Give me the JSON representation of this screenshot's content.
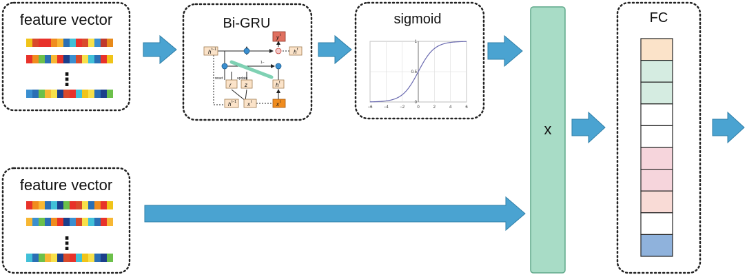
{
  "top_feature": {
    "title": "feature vector",
    "ellipsis": "⋮"
  },
  "bottom_feature": {
    "title": "feature vector",
    "ellipsis": "⋮"
  },
  "bigru": {
    "title": "Bi-GRU",
    "labels": {
      "h_prev_left": "h",
      "h_prev_left_sup": "t−1",
      "h_out": "h",
      "h_out_sup": "t",
      "y_out": "y",
      "y_out_sup": "t",
      "reset": "reset",
      "update": "update",
      "r": "r",
      "z": "z",
      "h_tilde": "h",
      "h_tilde_sup": "t",
      "h_prev_bottom": "h",
      "h_prev_bottom_sup": "t−1",
      "x_bottom": "x",
      "x_bottom_sup": "t",
      "x_orange": "x",
      "x_orange_sup": "t",
      "one_minus": "1−"
    }
  },
  "sigmoid": {
    "title": "sigmoid",
    "x_ticks": [
      "−6",
      "−4",
      "−2",
      "0",
      "2",
      "4",
      "6"
    ],
    "y_ticks": [
      "0",
      "0.5",
      "1"
    ],
    "xlim": [
      -6,
      6
    ],
    "ylim": [
      0,
      1
    ]
  },
  "multiply": {
    "label": "x"
  },
  "fc": {
    "title": "FC"
  },
  "colors": {
    "arrow": "#4aa3d1",
    "arrow_stroke": "#2f7fa8",
    "green_bar": "#a8dcc6",
    "green_bar_stroke": "#5fa88a",
    "sigmoid_curve": "#6a6ab0",
    "top_vectors": [
      [
        "#f0c419",
        "#d94a2b",
        "#e8322a",
        "#e8322a",
        "#f08c1e",
        "#f7b733",
        "#2a6fb5",
        "#41c0d8",
        "#e8322a",
        "#d94a2b",
        "#f7e04a",
        "#3a8fd0",
        "#c0392b",
        "#e88a1a"
      ],
      [
        "#e8322a",
        "#f08c1e",
        "#6cc04a",
        "#2a6fb5",
        "#f7b733",
        "#e8322a",
        "#1b3f8b",
        "#3a8fd0",
        "#d94a2b",
        "#f7e04a",
        "#41c0d8",
        "#2a6fb5",
        "#e8322a",
        "#f0c419"
      ],
      [
        "#3a8fd0",
        "#2a6fb5",
        "#6cc04a",
        "#f7b733",
        "#f7e04a",
        "#1b3f8b",
        "#d94a2b",
        "#e8322a",
        "#41c0d8",
        "#f0c419",
        "#f7e04a",
        "#2a6fb5",
        "#1b3f8b",
        "#6cc04a"
      ]
    ],
    "bottom_vectors": [
      [
        "#e8322a",
        "#f08c1e",
        "#f7b733",
        "#2a6fb5",
        "#41c0d8",
        "#1b3f8b",
        "#6cc04a",
        "#e8322a",
        "#d94a2b",
        "#f7e04a",
        "#2a6fb5",
        "#f08c1e",
        "#e8322a",
        "#f0c419"
      ],
      [
        "#f7b733",
        "#3a8fd0",
        "#6cc04a",
        "#2a6fb5",
        "#f08c1e",
        "#e8322a",
        "#1b3f8b",
        "#3a8fd0",
        "#d94a2b",
        "#f7e04a",
        "#41c0d8",
        "#2a6fb5",
        "#e8322a",
        "#f7b733"
      ],
      [
        "#41c0d8",
        "#2a6fb5",
        "#6cc04a",
        "#f7b733",
        "#f7e04a",
        "#1b3f8b",
        "#d94a2b",
        "#e8322a",
        "#41c0d8",
        "#f0c419",
        "#f7e04a",
        "#2a6fb5",
        "#1b3f8b",
        "#6cc04a"
      ]
    ],
    "fc_cells": [
      "#fbe3c9",
      "#d5ece1",
      "#d5ece1",
      "#ffffff",
      "#ffffff",
      "#f6d5dc",
      "#f6d5dc",
      "#f9dbd6",
      "#ffffff",
      "#8fb2dc"
    ]
  }
}
